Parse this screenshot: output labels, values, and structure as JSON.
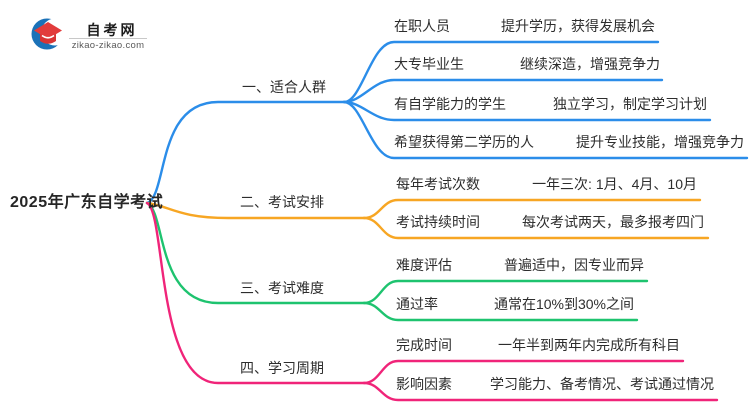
{
  "logo": {
    "site_name": "自考网",
    "site_url": "zikao-zikao.com"
  },
  "central_topic": "2025年广东自学考试",
  "colors": {
    "branch_blue": "#2B8DE9",
    "branch_orange": "#F7A623",
    "branch_green": "#1EC36F",
    "branch_pink": "#F02479",
    "text": "#2d2d2d"
  },
  "branches": [
    {
      "label": "一、适合人群",
      "color": "#2B8DE9",
      "children": [
        {
          "title": "在职人员",
          "desc": "提升学历，获得发展机会"
        },
        {
          "title": "大专毕业生",
          "desc": "继续深造，增强竞争力"
        },
        {
          "title": "有自学能力的学生",
          "desc": "独立学习，制定学习计划"
        },
        {
          "title": "希望获得第二学历的人",
          "desc": "提升专业技能，增强竞争力"
        }
      ]
    },
    {
      "label": "二、考试安排",
      "color": "#F7A623",
      "children": [
        {
          "title": "每年考试次数",
          "desc": "一年三次: 1月、4月、10月"
        },
        {
          "title": "考试持续时间",
          "desc": "每次考试两天，最多报考四门"
        }
      ]
    },
    {
      "label": "三、考试难度",
      "color": "#1EC36F",
      "children": [
        {
          "title": "难度评估",
          "desc": "普遍适中，因专业而异"
        },
        {
          "title": "通过率",
          "desc": "通常在10%到30%之间"
        }
      ]
    },
    {
      "label": "四、学习周期",
      "color": "#F02479",
      "children": [
        {
          "title": "完成时间",
          "desc": "一年半到两年内完成所有科目"
        },
        {
          "title": "影响因素",
          "desc": "学习能力、备考情况、考试通过情况"
        }
      ]
    }
  ]
}
